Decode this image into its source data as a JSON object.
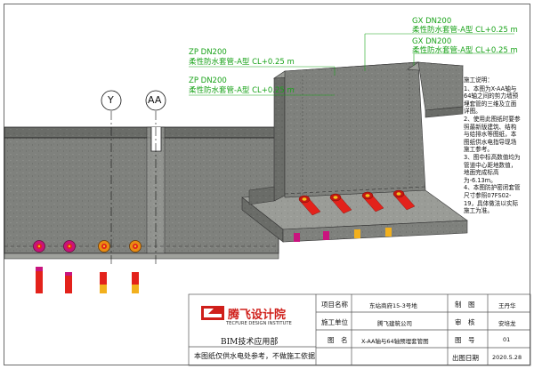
{
  "axes": {
    "left": "Y",
    "right": "AA"
  },
  "pipe_labels_left": [
    {
      "code": "ZP DN200",
      "type": "柔性防水套管-A型 CL+0.25 m"
    },
    {
      "code": "ZP DN200",
      "type": "柔性防水套管-A型 CL+0.25 m"
    }
  ],
  "pipe_labels_right": [
    {
      "code": "GX DN200",
      "type": "柔性防水套管-A型 CL+0.25 m"
    },
    {
      "code": "GX DN200",
      "type": "柔性防水套管-A型 CL+0.25 m"
    }
  ],
  "notes": {
    "title": "施工说明：",
    "items": [
      "1、本图为X-AA轴与64轴之间的剪力墙预埋套管的三维及立面详图。",
      "2、使用此图纸时要参照最新版建筑、结构与给排水等图纸，本图纸供水电指导现场施工参考。",
      "3、图中标高数值均为管道中心距地数值，地面完成标高为-6.13m。",
      "4、本图防护密闭套管尺寸参照07FS02-19，具体做法以实际施工为准。"
    ]
  },
  "title_block": {
    "company_name": "腾飞设计院",
    "company_en": "TECFURE DESIGN INSTITUTE",
    "department": "BIM技术应用部",
    "disclaimer": "本图纸仅供水电处参考，不做施工依据",
    "project_label": "项目名称",
    "project_value": "东站商府15-3号地",
    "unit_label": "施工单位",
    "unit_value": "腾飞建筑公司",
    "drawing_label": "图　名",
    "drawing_value": "X-AA轴与64轴预埋套管图",
    "make_label": "制　图",
    "make_value": "王丹华",
    "review_label": "审　核",
    "review_value": "安培龙",
    "sheet_label": "图　号",
    "sheet_value": "01",
    "date_label": "出图日期",
    "date_value": "2020.5.28"
  },
  "colors": {
    "concrete": "#7f817d",
    "sleeve_red": "#e3221b",
    "label_green": "#1aa31a",
    "logo_red": "#cf1f1a"
  }
}
